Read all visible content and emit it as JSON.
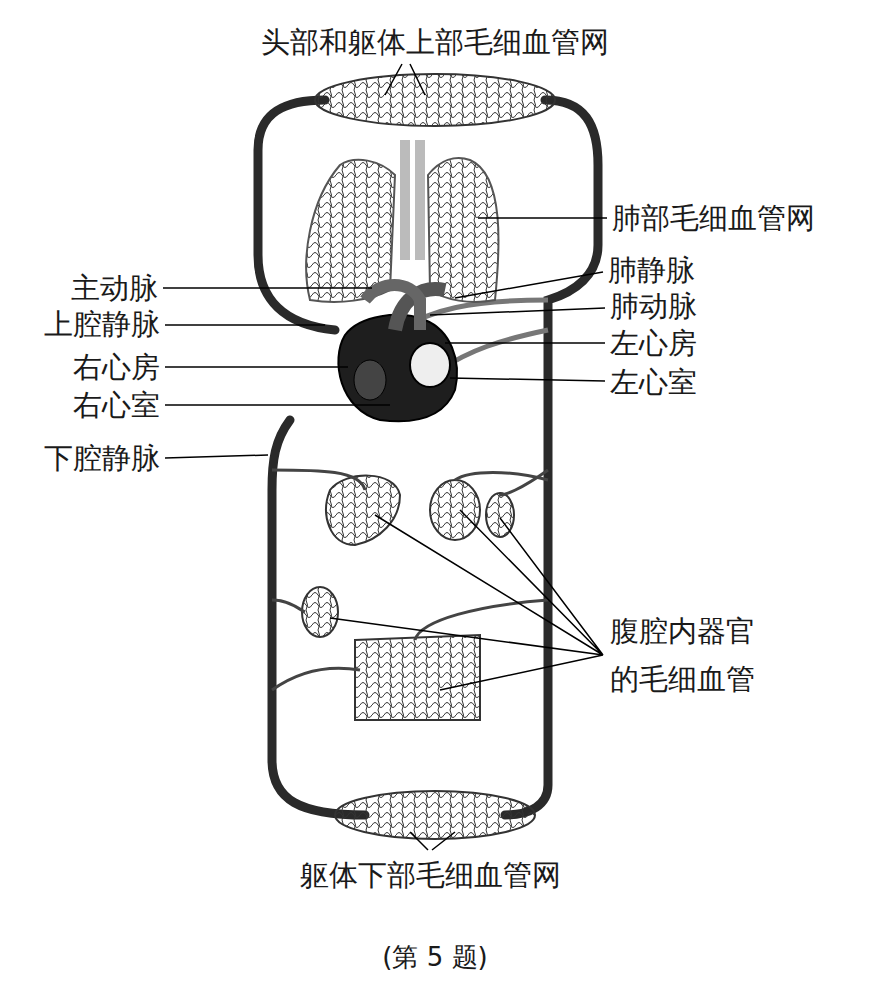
{
  "diagram": {
    "caption": "(第 5 题)",
    "labels": [
      "头部和躯体上部毛细血管网",
      "肺部毛细血管网",
      "主动脉",
      "肺静脉",
      "上腔静脉",
      "肺动脉",
      "右心房",
      "左心房",
      "右心室",
      "左心室",
      "下腔静脉",
      "腹腔内器官 的毛细血管",
      "躯体下部毛细血管网"
    ]
  }
}
